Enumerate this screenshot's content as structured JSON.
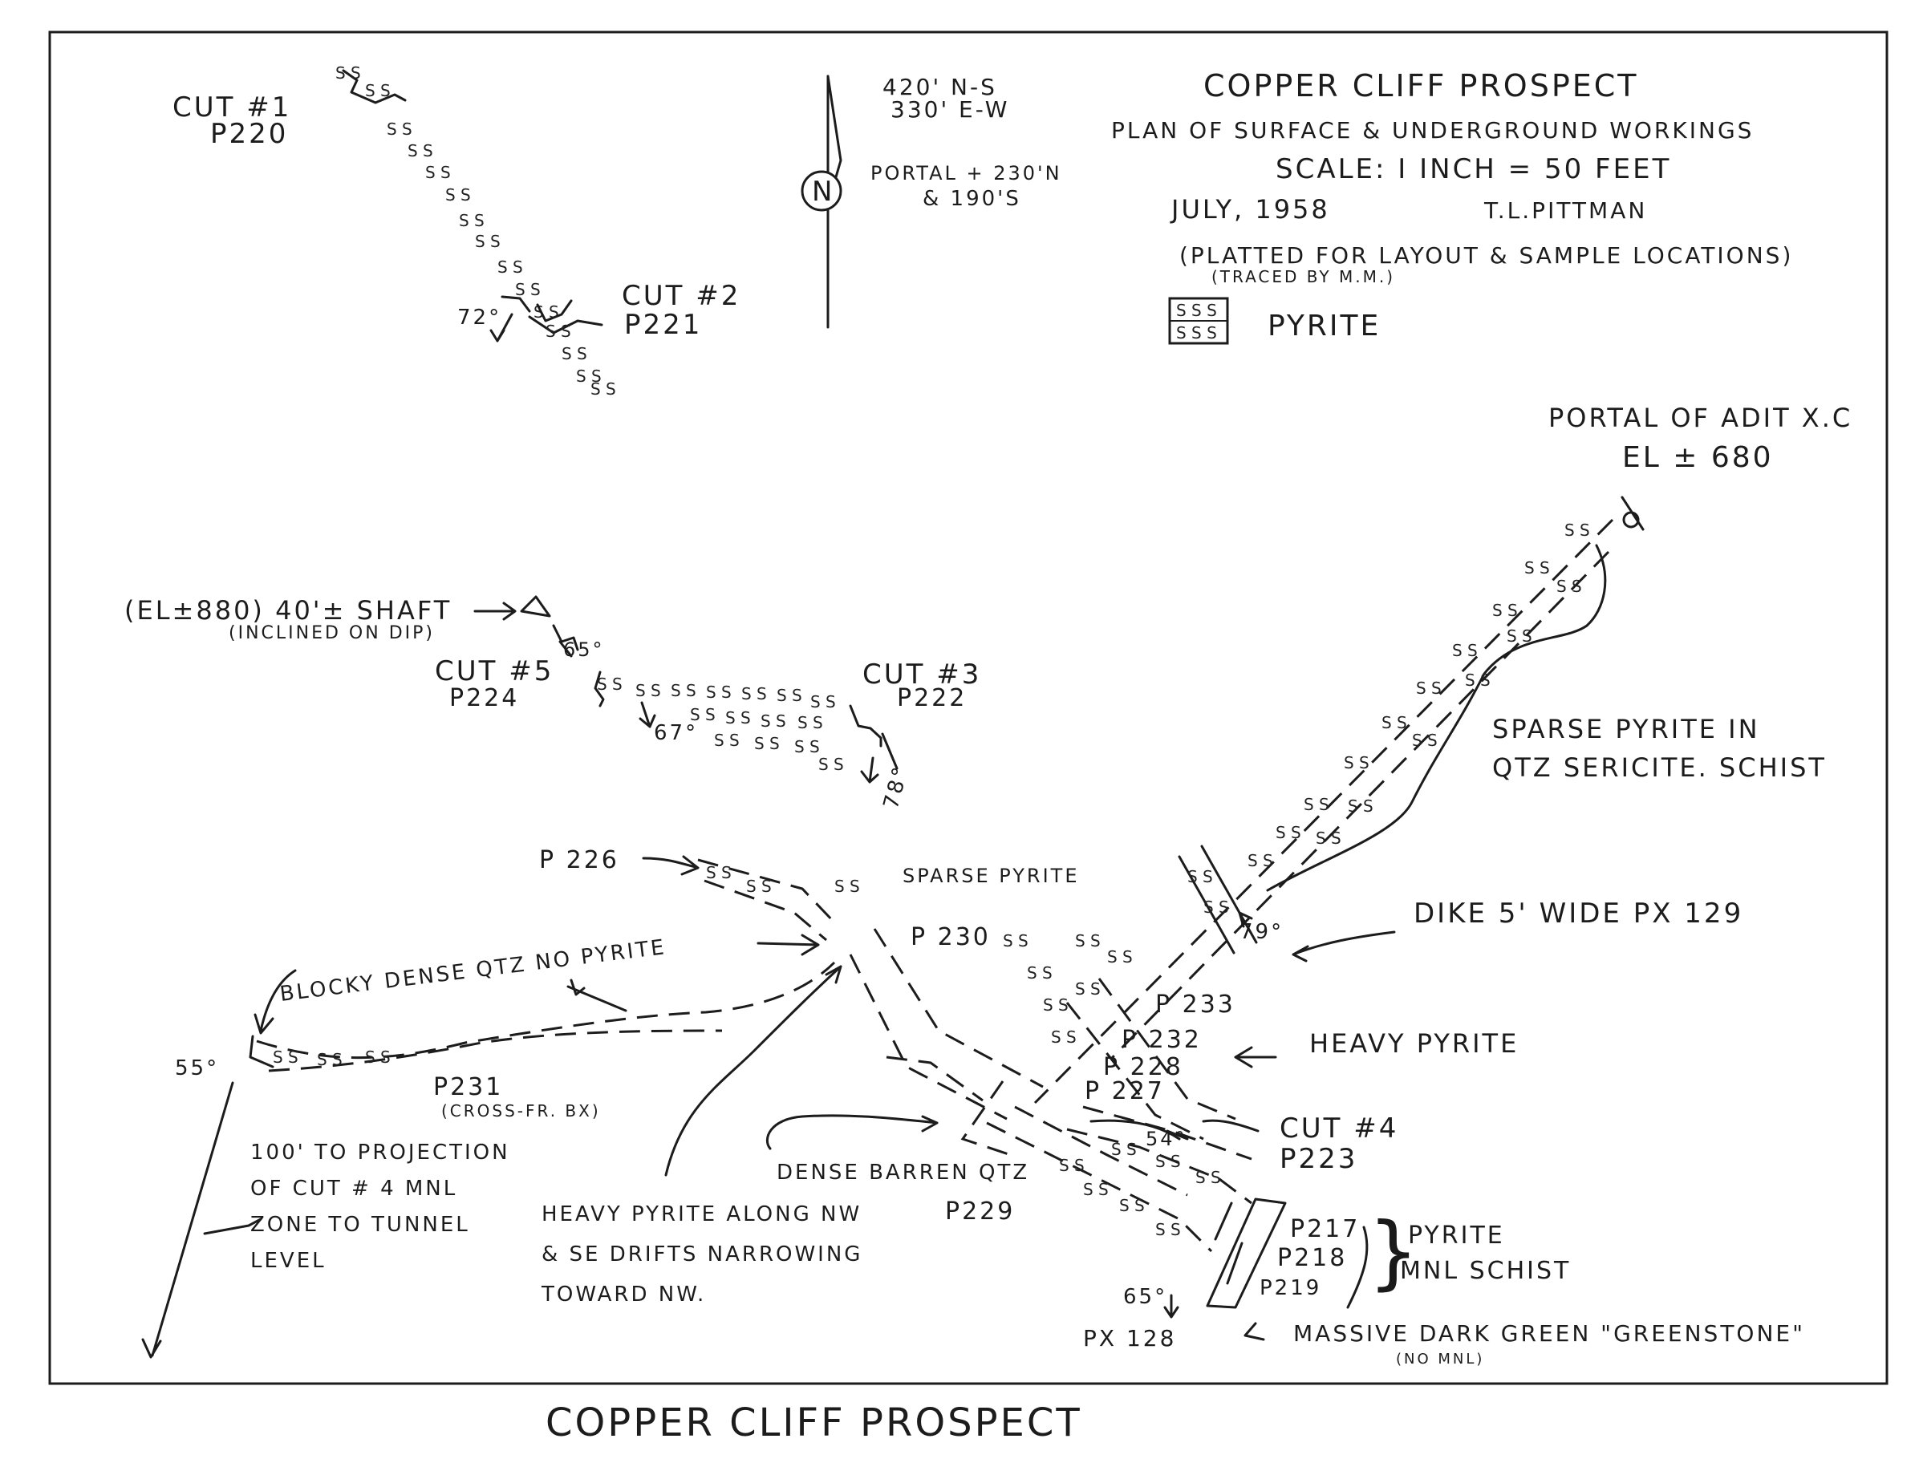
{
  "title_block": {
    "title": "COPPER CLIFF PROSPECT",
    "subtitle": "PLAN OF SURFACE & UNDERGROUND WORKINGS",
    "scale": "SCALE: I INCH = 50 FEET",
    "date": "JULY, 1958",
    "author": "T.L.PITTMAN",
    "note": "(PLATTED FOR LAYOUT & SAMPLE LOCATIONS)",
    "traced": "(TRACED BY M.M.)",
    "legend_symbol": "S S S",
    "legend_label": "PYRITE"
  },
  "north": {
    "letter": "N",
    "dims_1": "420' N-S",
    "dims_2": "330' E-W",
    "portal_1": "PORTAL + 230'N",
    "portal_2": "& 190'S"
  },
  "labels": {
    "cut1": "CUT #1",
    "p220": "P220",
    "cut2": "CUT #2",
    "p221": "P221",
    "dip72": "72°",
    "shaft": "(EL±880) 40'± SHAFT",
    "shaft_note": "(INCLINED ON DIP)",
    "dip65a": "65°",
    "cut5": "CUT #5",
    "p224": "P224",
    "cut3": "CUT #3",
    "p222": "P222",
    "dip67": "67°",
    "dip78": "78°",
    "portal_adit": "PORTAL OF ADIT X.C",
    "portal_el": "EL ± 680",
    "sparse_qtz_1": "SPARSE PYRITE IN",
    "sparse_qtz_2": "QTZ SERICITE. SCHIST",
    "p226": "P 226",
    "sparse_pyrite": "SPARSE PYRITE",
    "blocky": "BLOCKY DENSE QTZ NO PYRITE",
    "p230": "P 230",
    "dike": "DIKE 5' WIDE PX 129",
    "dip79": "79°",
    "p233": "P 233",
    "p232": "P 232",
    "p228": "P 228",
    "p227": "P 227",
    "heavy": "HEAVY PYRITE",
    "dip55a": "55°",
    "p231": "P231",
    "cross": "(CROSS-FR. BX)",
    "proj_1": "100' TO PROJECTION",
    "proj_2": "OF CUT # 4 MNL",
    "proj_3": "ZONE TO TUNNEL",
    "proj_4": "LEVEL",
    "heavy_along_1": "HEAVY PYRITE ALONG NW",
    "heavy_along_2": "& SE DRIFTS NARROWING",
    "heavy_along_3": "TOWARD NW.",
    "dense_barren": "DENSE BARREN QTZ",
    "p229": "P229",
    "cut4": "CUT #4",
    "p223": "P223",
    "dip54": "54°",
    "p217": "P217",
    "p218": "P218",
    "p219": "P219",
    "pyrite_mnl_1": "PYRITE",
    "pyrite_mnl_2": "MNL SCHIST",
    "dip65b": "65°",
    "px128": "PX 128",
    "greenstone": "MASSIVE DARK GREEN \"GREENSTONE\"",
    "no_mnl": "(NO MNL)"
  },
  "caption": "COPPER CLIFF PROSPECT",
  "ss": "S S"
}
